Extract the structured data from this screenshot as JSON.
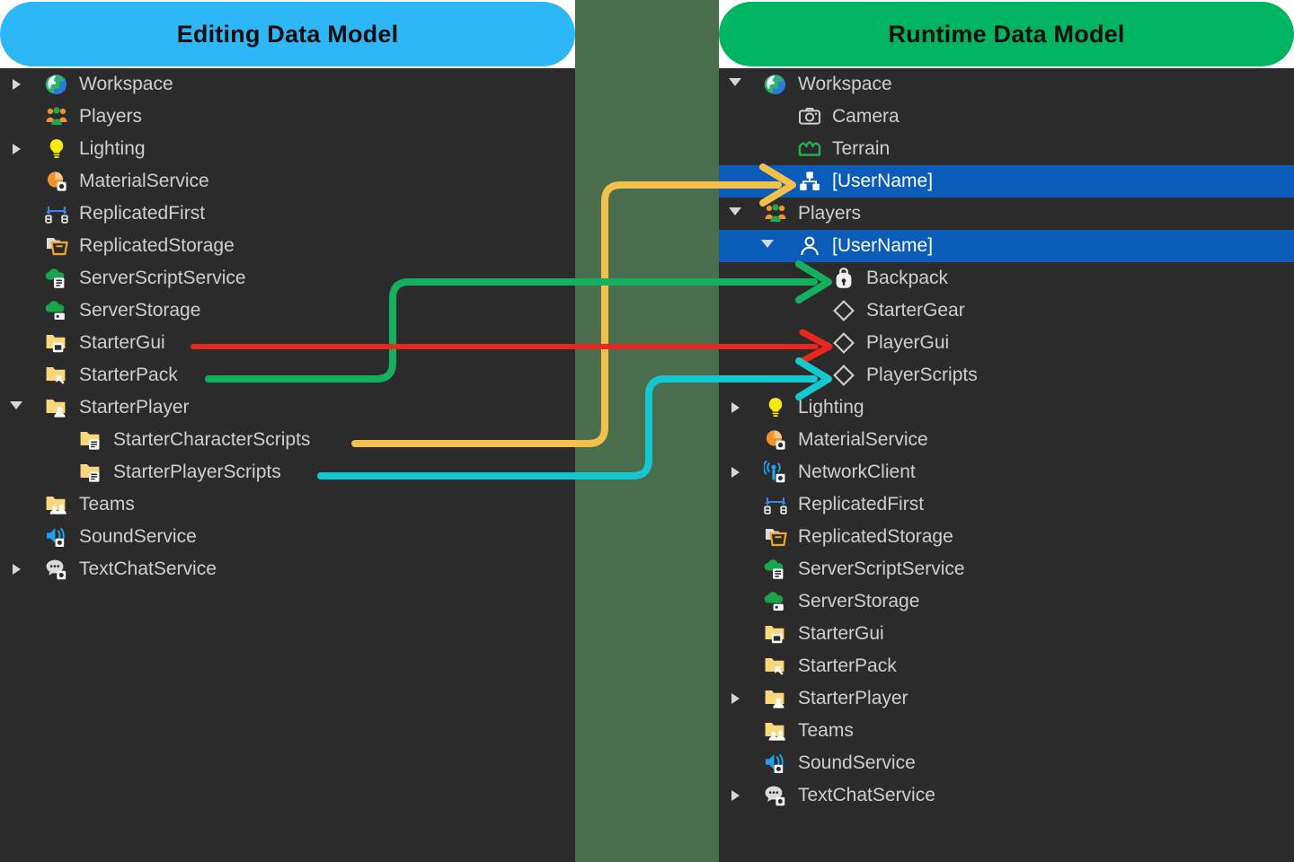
{
  "colors": {
    "panel_bg": "#2b2b2b",
    "middle_band": "#4a6e4d",
    "editing_header": "#2eb7f7",
    "runtime_header": "#00b561",
    "selection": "#0a5cb8",
    "text": "#cfcfcf",
    "link_yellow": "#f5c košik",
    "arrow_yellow": "#f3c14b",
    "arrow_green": "#15b05e",
    "arrow_red": "#e8271f",
    "arrow_cyan": "#15c8cf"
  },
  "left_panel": {
    "header": "Editing Data Model",
    "items": [
      {
        "label": "Workspace",
        "depth": 0,
        "twisty": "collapsed",
        "icon": "workspace-icon",
        "selected": false
      },
      {
        "label": "Players",
        "depth": 0,
        "twisty": "none",
        "icon": "players-icon",
        "selected": false
      },
      {
        "label": "Lighting",
        "depth": 0,
        "twisty": "collapsed",
        "icon": "lighting-icon",
        "selected": false
      },
      {
        "label": "MaterialService",
        "depth": 0,
        "twisty": "none",
        "icon": "material-service-icon",
        "selected": false
      },
      {
        "label": "ReplicatedFirst",
        "depth": 0,
        "twisty": "none",
        "icon": "replicated-first-icon",
        "selected": false
      },
      {
        "label": "ReplicatedStorage",
        "depth": 0,
        "twisty": "none",
        "icon": "replicated-storage-icon",
        "selected": false
      },
      {
        "label": "ServerScriptService",
        "depth": 0,
        "twisty": "none",
        "icon": "server-script-icon",
        "selected": false
      },
      {
        "label": "ServerStorage",
        "depth": 0,
        "twisty": "none",
        "icon": "server-storage-icon",
        "selected": false
      },
      {
        "label": "StarterGui",
        "depth": 0,
        "twisty": "none",
        "icon": "starter-gui-icon",
        "selected": false
      },
      {
        "label": "StarterPack",
        "depth": 0,
        "twisty": "none",
        "icon": "starter-pack-icon",
        "selected": false
      },
      {
        "label": "StarterPlayer",
        "depth": 0,
        "twisty": "expanded",
        "icon": "starter-player-icon",
        "selected": false
      },
      {
        "label": "StarterCharacterScripts",
        "depth": 1,
        "twisty": "none",
        "icon": "folder-script-icon",
        "selected": false
      },
      {
        "label": "StarterPlayerScripts",
        "depth": 1,
        "twisty": "none",
        "icon": "folder-script-icon",
        "selected": false
      },
      {
        "label": "Teams",
        "depth": 0,
        "twisty": "none",
        "icon": "teams-icon",
        "selected": false
      },
      {
        "label": "SoundService",
        "depth": 0,
        "twisty": "none",
        "icon": "sound-service-icon",
        "selected": false
      },
      {
        "label": "TextChatService",
        "depth": 0,
        "twisty": "collapsed",
        "icon": "text-chat-icon",
        "selected": false
      }
    ]
  },
  "right_panel": {
    "header": "Runtime Data Model",
    "items": [
      {
        "label": "Workspace",
        "depth": 0,
        "twisty": "expanded",
        "icon": "workspace-icon",
        "selected": false
      },
      {
        "label": "Camera",
        "depth": 1,
        "twisty": "none",
        "icon": "camera-icon",
        "selected": false
      },
      {
        "label": "Terrain",
        "depth": 1,
        "twisty": "none",
        "icon": "terrain-icon",
        "selected": false
      },
      {
        "label": "[UserName]",
        "depth": 1,
        "twisty": "none",
        "icon": "model-icon",
        "selected": true
      },
      {
        "label": "Players",
        "depth": 0,
        "twisty": "expanded",
        "icon": "players-icon",
        "selected": false
      },
      {
        "label": "[UserName]",
        "depth": 1,
        "twisty": "expanded",
        "icon": "player-icon",
        "selected": true
      },
      {
        "label": "Backpack",
        "depth": 2,
        "twisty": "none",
        "icon": "backpack-icon",
        "selected": false
      },
      {
        "label": "StarterGear",
        "depth": 2,
        "twisty": "none",
        "icon": "diamond-icon",
        "selected": false
      },
      {
        "label": "PlayerGui",
        "depth": 2,
        "twisty": "none",
        "icon": "diamond-icon",
        "selected": false
      },
      {
        "label": "PlayerScripts",
        "depth": 2,
        "twisty": "none",
        "icon": "diamond-icon",
        "selected": false
      },
      {
        "label": "Lighting",
        "depth": 0,
        "twisty": "collapsed",
        "icon": "lighting-icon",
        "selected": false
      },
      {
        "label": "MaterialService",
        "depth": 0,
        "twisty": "none",
        "icon": "material-service-icon",
        "selected": false
      },
      {
        "label": "NetworkClient",
        "depth": 0,
        "twisty": "collapsed",
        "icon": "network-client-icon",
        "selected": false
      },
      {
        "label": "ReplicatedFirst",
        "depth": 0,
        "twisty": "none",
        "icon": "replicated-first-icon",
        "selected": false
      },
      {
        "label": "ReplicatedStorage",
        "depth": 0,
        "twisty": "none",
        "icon": "replicated-storage-icon",
        "selected": false
      },
      {
        "label": "ServerScriptService",
        "depth": 0,
        "twisty": "none",
        "icon": "server-script-icon",
        "selected": false
      },
      {
        "label": "ServerStorage",
        "depth": 0,
        "twisty": "none",
        "icon": "server-storage-icon",
        "selected": false
      },
      {
        "label": "StarterGui",
        "depth": 0,
        "twisty": "none",
        "icon": "starter-gui-icon",
        "selected": false
      },
      {
        "label": "StarterPack",
        "depth": 0,
        "twisty": "none",
        "icon": "starter-pack-icon",
        "selected": false
      },
      {
        "label": "StarterPlayer",
        "depth": 0,
        "twisty": "collapsed",
        "icon": "starter-player-icon",
        "selected": false
      },
      {
        "label": "Teams",
        "depth": 0,
        "twisty": "none",
        "icon": "teams-icon",
        "selected": false
      },
      {
        "label": "SoundService",
        "depth": 0,
        "twisty": "none",
        "icon": "sound-service-icon",
        "selected": false
      },
      {
        "label": "TextChatService",
        "depth": 0,
        "twisty": "collapsed",
        "icon": "text-chat-icon",
        "selected": false
      }
    ]
  },
  "connections": [
    {
      "name": "startercharacterscripts-to-username-model",
      "color": "#f3c14b",
      "from": "StarterCharacterScripts",
      "to": "[UserName]"
    },
    {
      "name": "starterpack-to-backpack",
      "color": "#15b05e",
      "from": "StarterPack",
      "to": "Backpack"
    },
    {
      "name": "startergui-to-playergui",
      "color": "#e8271f",
      "from": "StarterGui",
      "to": "PlayerGui"
    },
    {
      "name": "starterplayerscripts-to-playerscripts",
      "color": "#15c8cf",
      "from": "StarterPlayerScripts",
      "to": "PlayerScripts"
    }
  ]
}
